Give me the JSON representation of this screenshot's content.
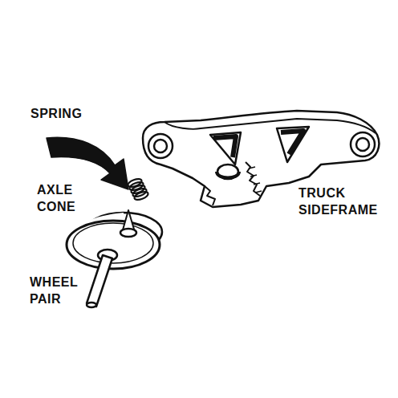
{
  "diagram": {
    "labels": [
      "SPRING",
      "AXLE CONE",
      "WHEEL PAIR",
      "TRUCK SIDEFRAME"
    ]
  }
}
